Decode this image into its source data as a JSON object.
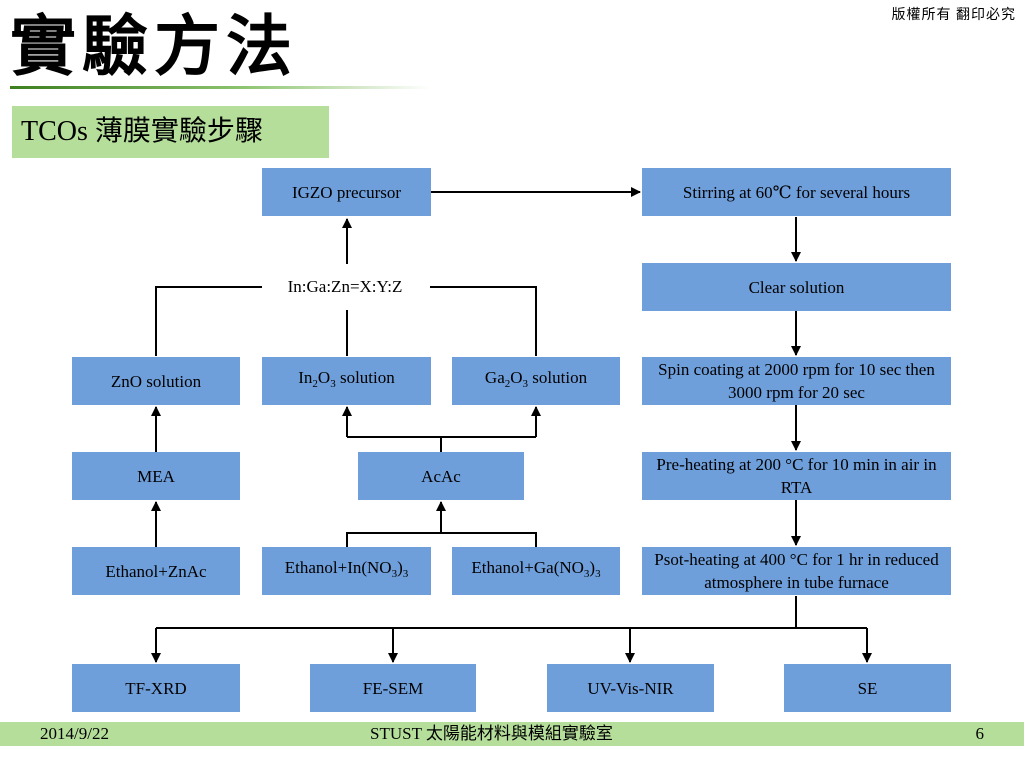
{
  "header": {
    "copyright": "版權所有 翻印必究",
    "title": "實驗方法",
    "subtitle": "TCOs 薄膜實驗步驟"
  },
  "diagram": {
    "igzo_precursor": "IGZO precursor",
    "ratio": "In:Ga:Zn=X:Y:Z",
    "zno_solution": "ZnO solution",
    "in2o3": {
      "prefix": "In",
      "sub1": "2",
      "mid": "O",
      "sub2": "3",
      "suffix": " solution"
    },
    "ga2o3": {
      "prefix": "Ga",
      "sub1": "2",
      "mid": "O",
      "sub2": "3",
      "suffix": " solution"
    },
    "mea": "MEA",
    "acac": "AcAc",
    "ethanol_znac": "Ethanol+ZnAc",
    "ethanol_in": {
      "prefix": "Ethanol+In(NO",
      "sub": "3",
      "suffix": ")",
      "sub2": "3"
    },
    "ethanol_ga": {
      "prefix": "Ethanol+Ga(NO",
      "sub": "3",
      "suffix": ")",
      "sub2": "3"
    },
    "stirring": "Stirring at 60℃ for several hours",
    "clear_solution": "Clear solution",
    "spin_coating": "Spin coating at 2000 rpm for 10 sec then 3000 rpm for 20 sec",
    "pre_heating": "Pre-heating at 200 °C for 10 min in air in RTA",
    "post_heating": "Psot-heating at 400 °C for 1 hr in reduced atmosphere in tube furnace",
    "analyses": [
      "TF-XRD",
      "FE-SEM",
      "UV-Vis-NIR",
      "SE"
    ]
  },
  "footer": {
    "date": "2014/9/22",
    "lab": "STUST 太陽能材料與模組實驗室",
    "page": "6"
  },
  "colors": {
    "box_fill": "#6f9fdb",
    "accent_green": "#b5de9b"
  }
}
